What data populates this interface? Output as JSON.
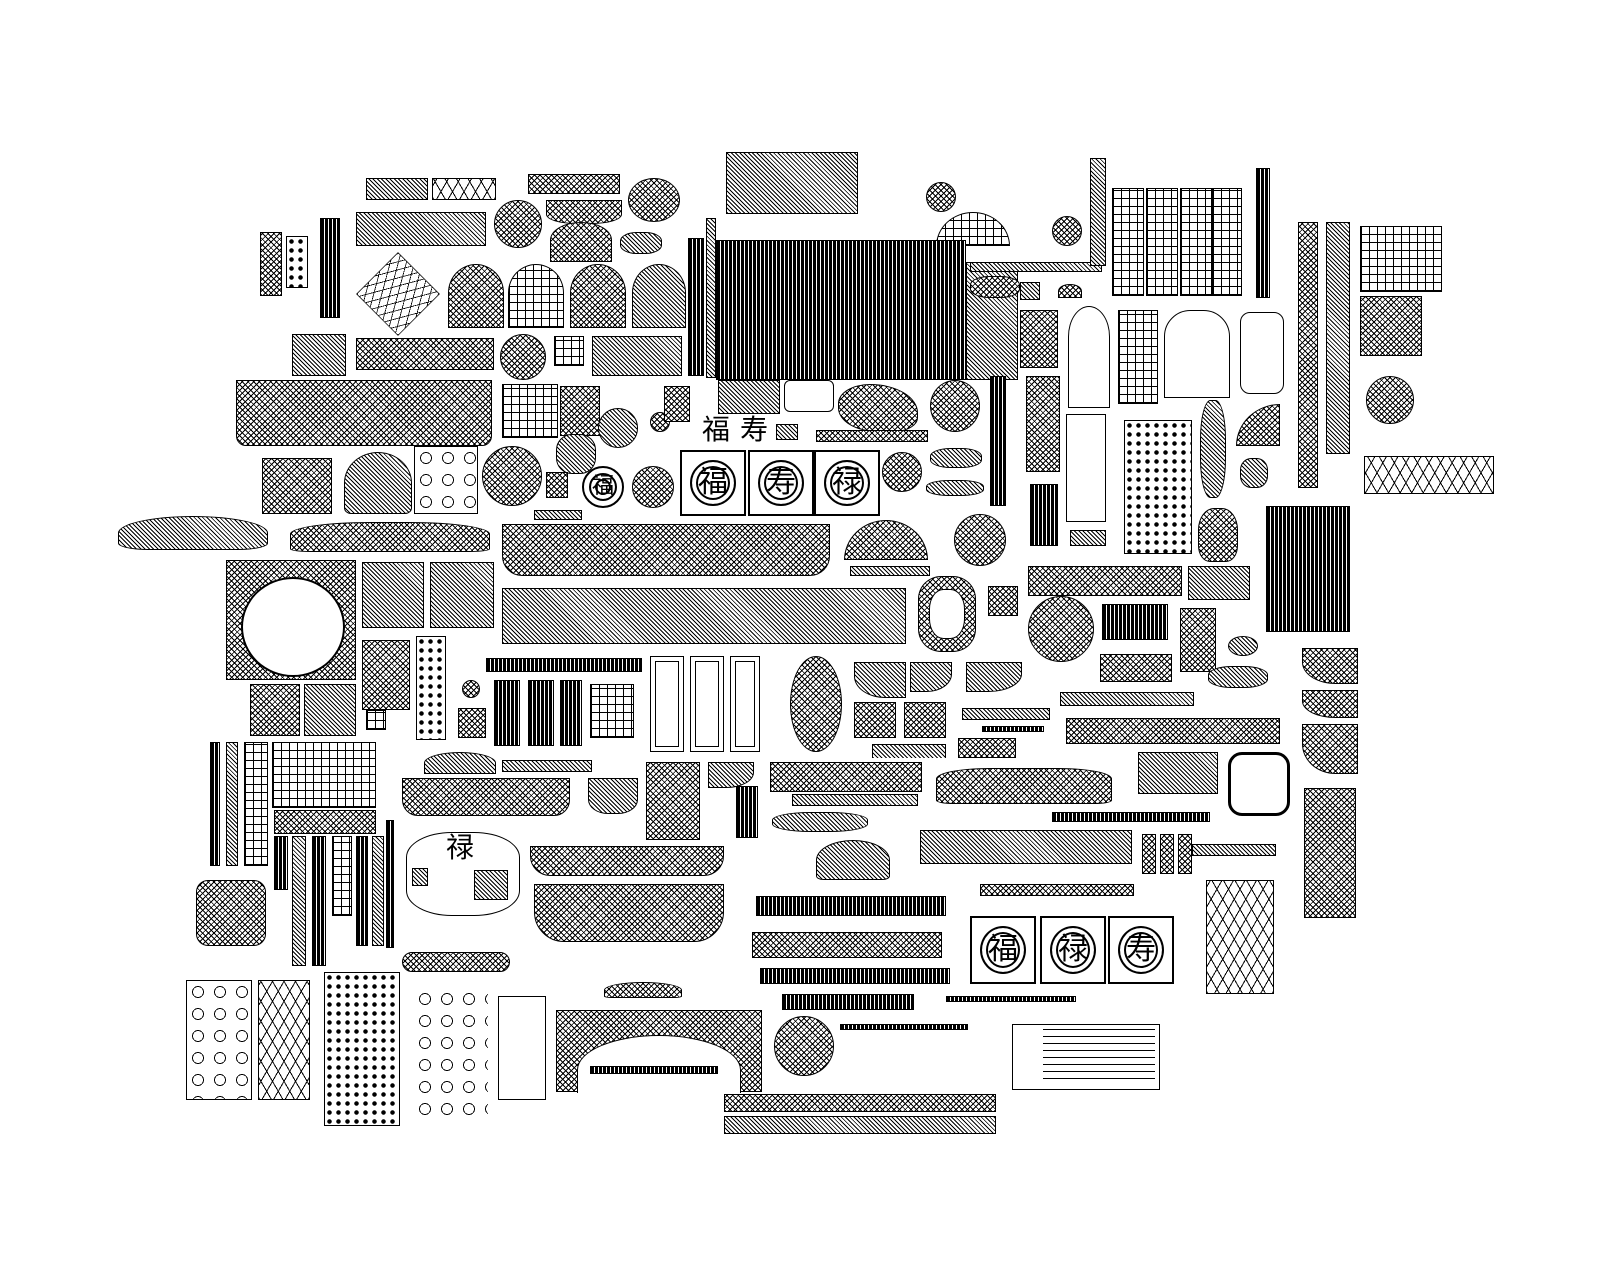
{
  "sheet": {
    "background": "#ffffff",
    "line_color": "#000000"
  },
  "medallions": {
    "fu": "福",
    "shou": "寿",
    "lu": "禄"
  },
  "calligraphy": {
    "fu": "福",
    "shou": "寿"
  }
}
